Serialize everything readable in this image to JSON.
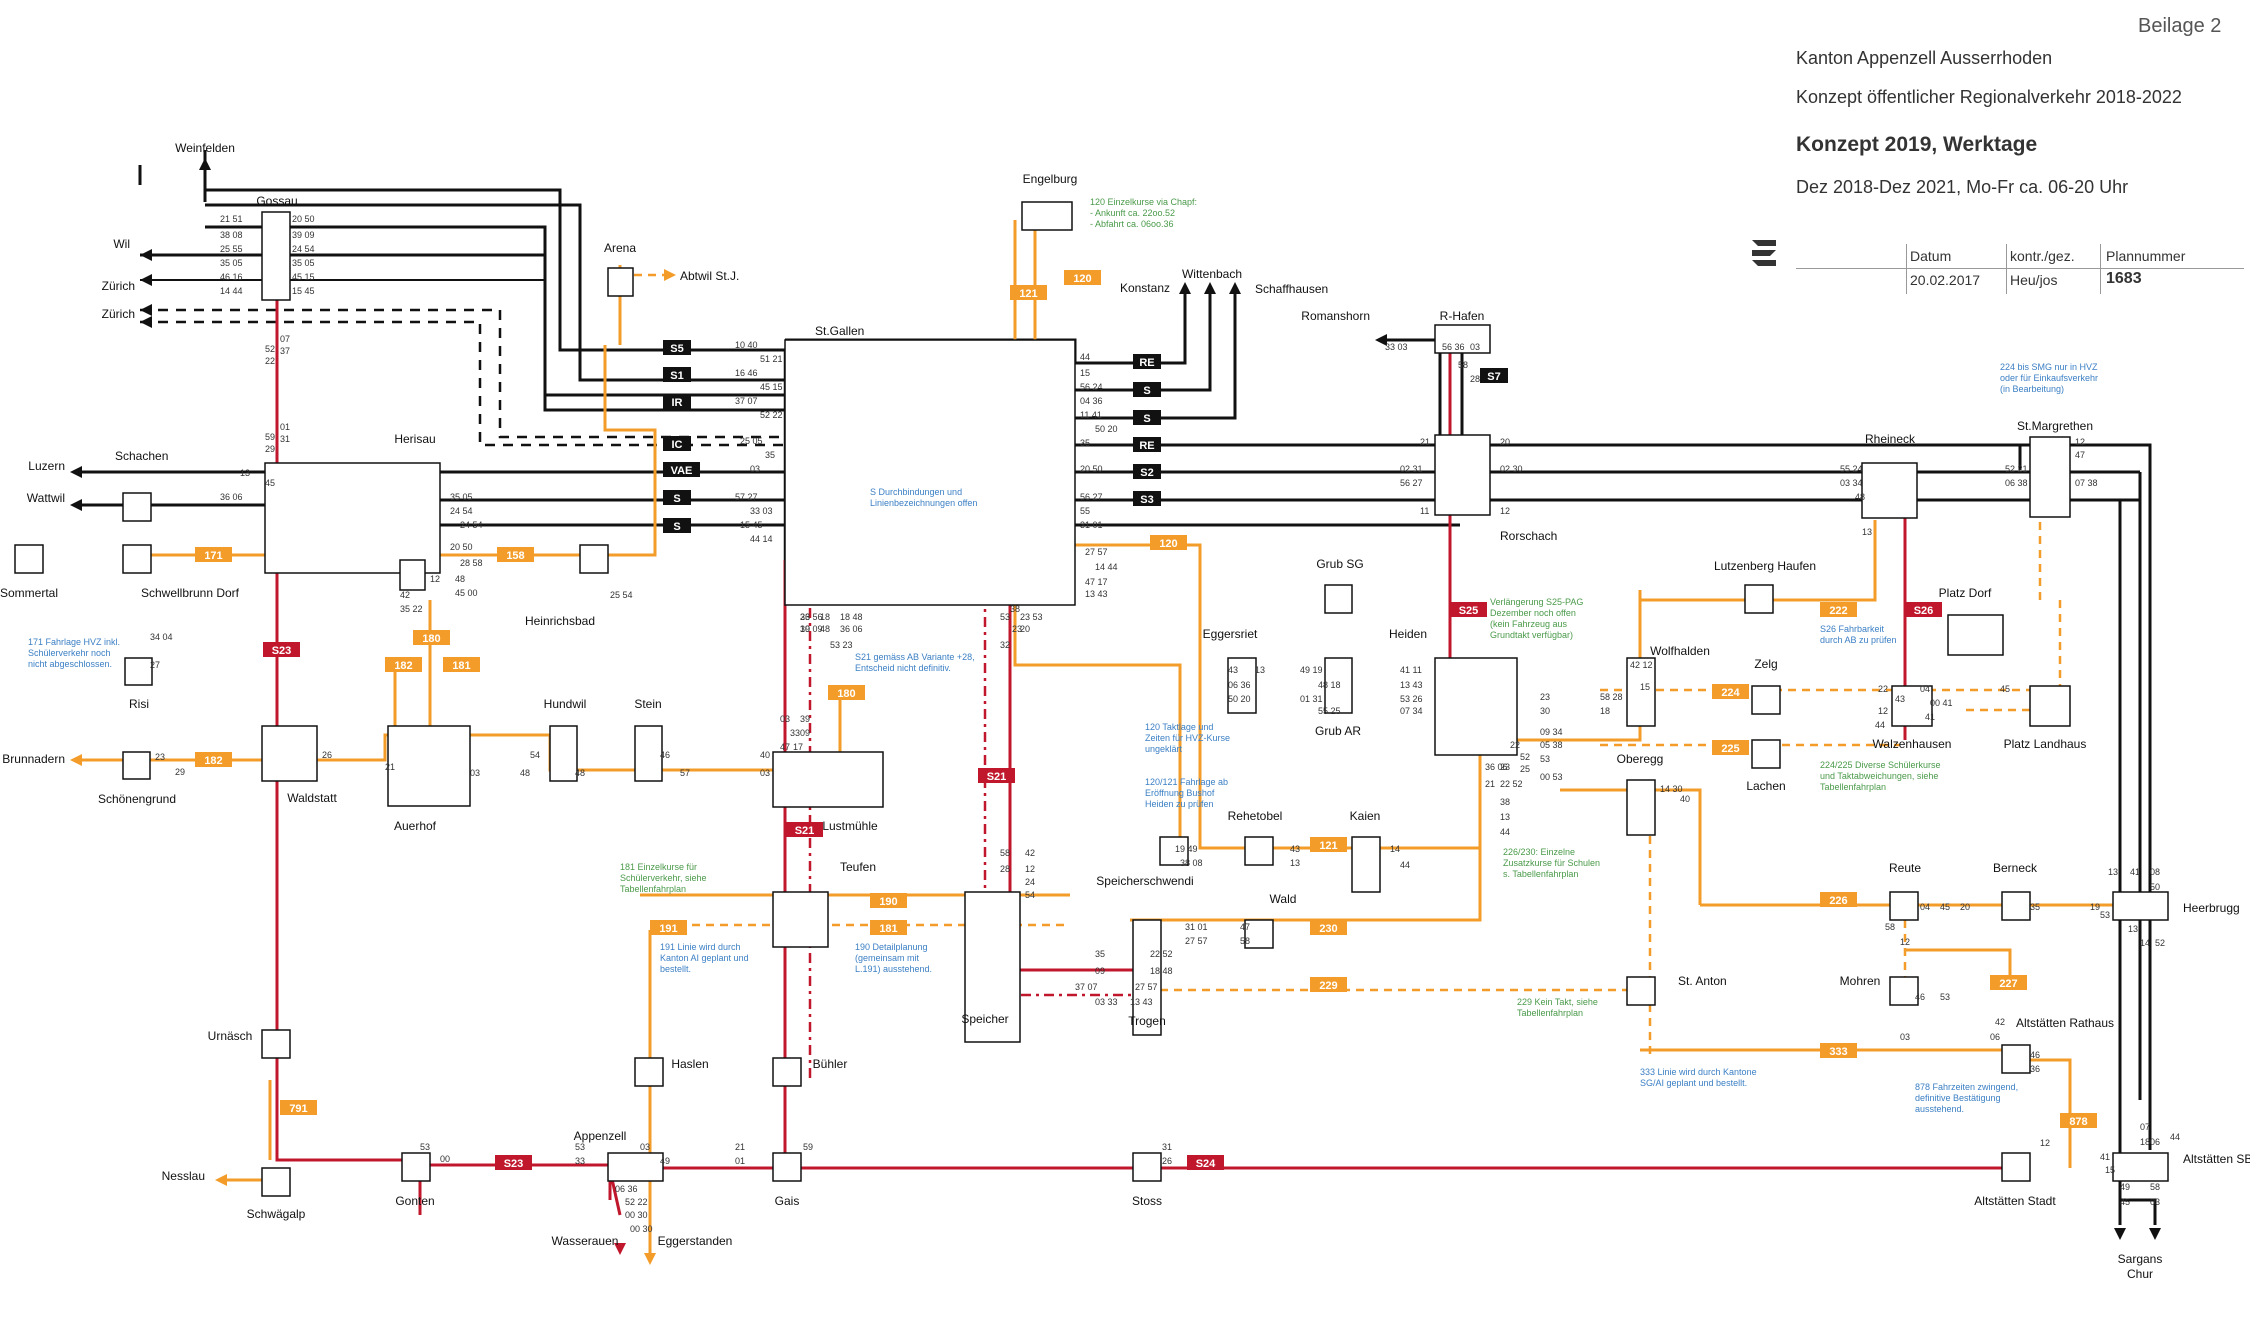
{
  "header": {
    "beilage": "Beilage 2",
    "canton": "Kanton Appenzell Ausserrhoden",
    "concept": "Konzept öffentlicher Regionalverkehr 2018-2022",
    "title": "Konzept 2019, Werktage",
    "period": "Dez 2018-Dez 2021, Mo-Fr ca. 06-20 Uhr"
  },
  "meta": {
    "datum_label": "Datum",
    "datum": "20.02.2017",
    "kontr_label": "kontr./gez.",
    "kontr": "Heu/jos",
    "plan_label": "Plannummer",
    "plan": "1683"
  },
  "colors": {
    "red": "#c0172c",
    "orange": "#f39c2a",
    "black": "#111111",
    "note_green": "#4a9a4a",
    "note_blue": "#3b7fc4"
  },
  "line_labels": [
    {
      "id": "S5",
      "text": "S5",
      "color": "black"
    },
    {
      "id": "S1",
      "text": "S1",
      "color": "black"
    },
    {
      "id": "IR",
      "text": "IR",
      "color": "black"
    },
    {
      "id": "IC",
      "text": "IC",
      "color": "black"
    },
    {
      "id": "VAE",
      "text": "VAE",
      "color": "black"
    },
    {
      "id": "S_a",
      "text": "S",
      "color": "black"
    },
    {
      "id": "S_b",
      "text": "S",
      "color": "black"
    },
    {
      "id": "RE1",
      "text": "RE",
      "color": "black"
    },
    {
      "id": "S_c",
      "text": "S",
      "color": "black"
    },
    {
      "id": "S_d",
      "text": "S",
      "color": "black"
    },
    {
      "id": "RE2",
      "text": "RE",
      "color": "black"
    },
    {
      "id": "S2",
      "text": "S2",
      "color": "black"
    },
    {
      "id": "S3",
      "text": "S3",
      "color": "black"
    },
    {
      "id": "S7",
      "text": "S7",
      "color": "black"
    },
    {
      "id": "S23a",
      "text": "S23",
      "color": "red"
    },
    {
      "id": "S23b",
      "text": "S23",
      "color": "red"
    },
    {
      "id": "S21a",
      "text": "S21",
      "color": "red"
    },
    {
      "id": "S21b",
      "text": "S21",
      "color": "red"
    },
    {
      "id": "S24",
      "text": "S24",
      "color": "red"
    },
    {
      "id": "S25",
      "text": "S25",
      "color": "red"
    },
    {
      "id": "S26",
      "text": "S26",
      "color": "red"
    },
    {
      "id": "L171",
      "text": "171",
      "color": "orange"
    },
    {
      "id": "L158",
      "text": "158",
      "color": "orange"
    },
    {
      "id": "L180",
      "text": "180",
      "color": "orange"
    },
    {
      "id": "L182a",
      "text": "182",
      "color": "orange"
    },
    {
      "id": "L181",
      "text": "181",
      "color": "orange"
    },
    {
      "id": "L182b",
      "text": "182",
      "color": "orange"
    },
    {
      "id": "L180b",
      "text": "180",
      "color": "orange"
    },
    {
      "id": "L190",
      "text": "190",
      "color": "orange"
    },
    {
      "id": "L181b",
      "text": "181",
      "color": "orange"
    },
    {
      "id": "L191",
      "text": "191",
      "color": "orange"
    },
    {
      "id": "L791",
      "text": "791",
      "color": "orange"
    },
    {
      "id": "L121a",
      "text": "121",
      "color": "orange"
    },
    {
      "id": "L120a",
      "text": "120",
      "color": "orange"
    },
    {
      "id": "L120b",
      "text": "120",
      "color": "orange"
    },
    {
      "id": "L121b",
      "text": "121",
      "color": "orange"
    },
    {
      "id": "L230",
      "text": "230",
      "color": "orange"
    },
    {
      "id": "L229",
      "text": "229",
      "color": "orange"
    },
    {
      "id": "L222",
      "text": "222",
      "color": "orange"
    },
    {
      "id": "L224",
      "text": "224",
      "color": "orange"
    },
    {
      "id": "L225",
      "text": "225",
      "color": "orange"
    },
    {
      "id": "L226",
      "text": "226",
      "color": "orange"
    },
    {
      "id": "L227",
      "text": "227",
      "color": "orange"
    },
    {
      "id": "L333",
      "text": "333",
      "color": "orange"
    },
    {
      "id": "L878",
      "text": "878",
      "color": "orange"
    }
  ],
  "stations": [
    {
      "id": "gossau",
      "name": "Gossau"
    },
    {
      "id": "weinfelden",
      "name": "Weinfelden"
    },
    {
      "id": "wil",
      "name": "Wil"
    },
    {
      "id": "zurich1",
      "name": "Zürich"
    },
    {
      "id": "zurich2",
      "name": "Zürich"
    },
    {
      "id": "arena",
      "name": "Arena"
    },
    {
      "id": "abtwil",
      "name": "Abtwil St.J."
    },
    {
      "id": "stgallen",
      "name": "St.Gallen"
    },
    {
      "id": "engelburg",
      "name": "Engelburg"
    },
    {
      "id": "konstanz",
      "name": "Konstanz"
    },
    {
      "id": "wittenbach",
      "name": "Wittenbach"
    },
    {
      "id": "schaffhausen",
      "name": "Schaffhausen"
    },
    {
      "id": "romanshorn",
      "name": "Romanshorn"
    },
    {
      "id": "rhafen",
      "name": "R-Hafen"
    },
    {
      "id": "schachen",
      "name": "Schachen"
    },
    {
      "id": "herisau",
      "name": "Herisau"
    },
    {
      "id": "luzern",
      "name": "Luzern"
    },
    {
      "id": "wattwil",
      "name": "Wattwil"
    },
    {
      "id": "sommertal",
      "name": "Sommertal"
    },
    {
      "id": "schwellbrunn",
      "name": "Schwellbrunn Dorf"
    },
    {
      "id": "heinrichsbad",
      "name": "Heinrichsbad"
    },
    {
      "id": "risi",
      "name": "Risi"
    },
    {
      "id": "brunnadern",
      "name": "Brunnadern"
    },
    {
      "id": "schonengrund",
      "name": "Schönengrund"
    },
    {
      "id": "waldstatt",
      "name": "Waldstatt"
    },
    {
      "id": "auerhof",
      "name": "Auerhof"
    },
    {
      "id": "hundwil",
      "name": "Hundwil"
    },
    {
      "id": "stein",
      "name": "Stein"
    },
    {
      "id": "lustmuhle",
      "name": "Lustmühle"
    },
    {
      "id": "teufen",
      "name": "Teufen"
    },
    {
      "id": "speicher",
      "name": "Speicher"
    },
    {
      "id": "trogen",
      "name": "Trogen"
    },
    {
      "id": "speicherschwendi",
      "name": "Speicherschwendi"
    },
    {
      "id": "eggersriet",
      "name": "Eggersriet"
    },
    {
      "id": "grubsg",
      "name": "Grub SG"
    },
    {
      "id": "grubar",
      "name": "Grub AR"
    },
    {
      "id": "heiden",
      "name": "Heiden"
    },
    {
      "id": "rorschach",
      "name": "Rorschach"
    },
    {
      "id": "rehetobel",
      "name": "Rehetobel"
    },
    {
      "id": "kaien",
      "name": "Kaien"
    },
    {
      "id": "wald",
      "name": "Wald"
    },
    {
      "id": "lutzenberg",
      "name": "Lutzenberg Haufen"
    },
    {
      "id": "wolfhalden",
      "name": "Wolfhalden"
    },
    {
      "id": "zelg",
      "name": "Zelg"
    },
    {
      "id": "lachen",
      "name": "Lachen"
    },
    {
      "id": "oberegg",
      "name": "Oberegg"
    },
    {
      "id": "rheineck",
      "name": "Rheineck"
    },
    {
      "id": "stmargrethen",
      "name": "St.Margrethen"
    },
    {
      "id": "platzdorf",
      "name": "Platz Dorf"
    },
    {
      "id": "walzenhausen",
      "name": "Walzenhausen"
    },
    {
      "id": "platzlandhaus",
      "name": "Platz Landhaus"
    },
    {
      "id": "reute",
      "name": "Reute"
    },
    {
      "id": "berneck",
      "name": "Berneck"
    },
    {
      "id": "heerbrugg",
      "name": "Heerbrugg"
    },
    {
      "id": "mohren",
      "name": "Mohren"
    },
    {
      "id": "stanton",
      "name": "St. Anton"
    },
    {
      "id": "altstattenrathaus",
      "name": "Altstätten Rathaus"
    },
    {
      "id": "altstattenstadt",
      "name": "Altstätten Stadt"
    },
    {
      "id": "altstattensbb",
      "name": "Altstätten SBB"
    },
    {
      "id": "sargans",
      "name": "Sargans"
    },
    {
      "id": "chur",
      "name": "Chur"
    },
    {
      "id": "urnasch",
      "name": "Urnäsch"
    },
    {
      "id": "nesslau",
      "name": "Nesslau"
    },
    {
      "id": "schwagalp",
      "name": "Schwägalp"
    },
    {
      "id": "gonten",
      "name": "Gonten"
    },
    {
      "id": "appenzell",
      "name": "Appenzell"
    },
    {
      "id": "wasserauen",
      "name": "Wasserauen"
    },
    {
      "id": "eggerstanden",
      "name": "Eggerstanden"
    },
    {
      "id": "haslen",
      "name": "Haslen"
    },
    {
      "id": "buhler",
      "name": "Bühler"
    },
    {
      "id": "gais",
      "name": "Gais"
    },
    {
      "id": "stoss",
      "name": "Stoss"
    }
  ],
  "notes": [
    {
      "id": "n120",
      "text": "120 Einzelkurse via Chapf:",
      "lines": [
        "- Ankunft ca. 22oo.52",
        "- Abfahrt ca. 06oo.36"
      ],
      "color": "note_green"
    },
    {
      "id": "nS",
      "text": "S Durchbindungen und",
      "lines": [
        "Linienbezeichnungen offen"
      ],
      "color": "note_blue"
    },
    {
      "id": "n171",
      "text": "171 Fahrlage HVZ inkl.",
      "lines": [
        "Schülerverkehr noch",
        "nicht abgeschlossen."
      ],
      "color": "note_blue"
    },
    {
      "id": "nS21",
      "text": "S21 gemäss AB Variante +28,",
      "lines": [
        "Entscheid nicht definitiv."
      ],
      "color": "note_blue"
    },
    {
      "id": "n120takt",
      "text": "120 Taktlage und",
      "lines": [
        "Zeiten für HVZ-Kurse",
        "ungeklärt"
      ],
      "color": "note_blue"
    },
    {
      "id": "n120121",
      "text": "120/121 Fahrlage ab",
      "lines": [
        "Eröffnung Bushof",
        "Heiden zu prüfen"
      ],
      "color": "note_blue"
    },
    {
      "id": "nS25",
      "text": "Verlängerung S25-PAG",
      "lines": [
        "Dezember noch offen",
        "(kein Fahrzeug aus",
        "Grundtakt verfügbar)"
      ],
      "color": "note_green"
    },
    {
      "id": "nS26",
      "text": "S26 Fahrbarkeit",
      "lines": [
        "durch AB zu prüfen"
      ],
      "color": "note_blue"
    },
    {
      "id": "n224",
      "text": "224/225 Diverse Schülerkurse",
      "lines": [
        "und Taktabweichungen, siehe",
        "Tabellenfahrplan"
      ],
      "color": "note_green"
    },
    {
      "id": "n224b",
      "text": "224 bis SMG nur in HVZ",
      "lines": [
        "oder für Einkaufsverkehr",
        "(in Bearbeitung)"
      ],
      "color": "note_blue"
    },
    {
      "id": "n181",
      "text": "181 Einzelkurse für",
      "lines": [
        "Schülerverkehr, siehe",
        "Tabellenfahrplan"
      ],
      "color": "note_green"
    },
    {
      "id": "n191",
      "text": "191 Linie wird durch",
      "lines": [
        "Kanton AI geplant und",
        "bestellt."
      ],
      "color": "note_blue"
    },
    {
      "id": "n190",
      "text": "190 Detailplanung",
      "lines": [
        "(gemeinsam mit",
        "L.191) ausstehend."
      ],
      "color": "note_blue"
    },
    {
      "id": "n226",
      "text": "226/230: Einzelne",
      "lines": [
        "Zusatzkurse für Schulen",
        "s. Tabellenfahrplan"
      ],
      "color": "note_green"
    },
    {
      "id": "n229",
      "text": "229 Kein Takt, siehe",
      "lines": [
        "Tabellenfahrplan"
      ],
      "color": "note_green"
    },
    {
      "id": "n333",
      "text": "333 Linie wird durch Kantone",
      "lines": [
        "SG/AI geplant und bestellt."
      ],
      "color": "note_blue"
    },
    {
      "id": "n878",
      "text": "878 Fahrzeiten zwingend,",
      "lines": [
        "definitive Bestätigung",
        "ausstehend."
      ],
      "color": "note_blue"
    }
  ],
  "minute_labels": [
    "21 51",
    "20 50",
    "38 08",
    "39 09",
    "25 55",
    "24 54",
    "35 05",
    "35 05",
    "46 16",
    "45 15",
    "14 44",
    "15 45",
    "07",
    "37",
    "52",
    "22",
    "01",
    "31",
    "59",
    "29",
    "13",
    "45",
    "36 06",
    "35 05",
    "24 54",
    "24 54",
    "20 50",
    "28 58",
    "10 40",
    "51 21",
    "16 46",
    "45 15",
    "37 07",
    "52 22",
    "25 05",
    "35",
    "03",
    "57 27",
    "33 03",
    "15 45",
    "44 14",
    "44",
    "15",
    "56 24",
    "04 36",
    "11 41",
    "50 20",
    "35",
    "20 50",
    "56 27",
    "55",
    "31 01",
    "27 57",
    "14 44",
    "47 17",
    "13 43",
    "21",
    "20",
    "02 31",
    "02 30",
    "56 27",
    "55 24",
    "03 34",
    "48",
    "11",
    "12",
    "13",
    "52 21",
    "06 38",
    "07 38",
    "47",
    "12",
    "58",
    "28",
    "56 36",
    "03",
    "33 03",
    "26 56",
    "39 09",
    "18 48",
    "36 06",
    "53 23",
    "23 53",
    "20",
    "42",
    "35 22",
    "12",
    "48",
    "45 00",
    "25 54",
    "34 04",
    "27",
    "23",
    "29",
    "26",
    "21",
    "03",
    "48",
    "54",
    "48",
    "46",
    "57",
    "40",
    "03",
    "33",
    "10",
    "18",
    "48",
    "03",
    "33",
    "39",
    "09",
    "47",
    "17",
    "53",
    "23",
    "38",
    "32",
    "42",
    "12",
    "28",
    "58",
    "24",
    "54",
    "43",
    "13",
    "06 36",
    "50 20",
    "49 19",
    "48 18",
    "01 31",
    "55 25",
    "41 11",
    "13 43",
    "53 26",
    "07 34",
    "36 06",
    "22 52",
    "21",
    "23",
    "22",
    "52",
    "25",
    "38",
    "13",
    "44",
    "14",
    "44",
    "43",
    "13",
    "19 49",
    "38 08",
    "31 01",
    "27 57",
    "47",
    "58",
    "35",
    "09",
    "22 52",
    "18 48",
    "37 07",
    "03 33",
    "27 57",
    "13 43",
    "42 12",
    "58 28",
    "18",
    "15",
    "14 30",
    "40",
    "23",
    "30",
    "09 34",
    "05 38",
    "53",
    "00 53",
    "22",
    "43",
    "12",
    "44",
    "04",
    "00 41",
    "41",
    "45",
    "04",
    "45",
    "58",
    "12",
    "20",
    "35",
    "19",
    "53",
    "13",
    "41",
    "08",
    "50",
    "13",
    "14",
    "52",
    "07",
    "44",
    "46",
    "53",
    "03",
    "06",
    "42",
    "46",
    "36",
    "12",
    "41",
    "15",
    "18",
    "06",
    "49",
    "58",
    "45",
    "03",
    "53",
    "00",
    "53",
    "33",
    "03",
    "49",
    "21",
    "01",
    "59",
    "31",
    "26",
    "06 36",
    "52 22",
    "00 30",
    "00 30",
    "26 56",
    "07 37",
    "16 46",
    "16 46",
    "58",
    "27",
    "59",
    "29",
    "40",
    "48"
  ]
}
